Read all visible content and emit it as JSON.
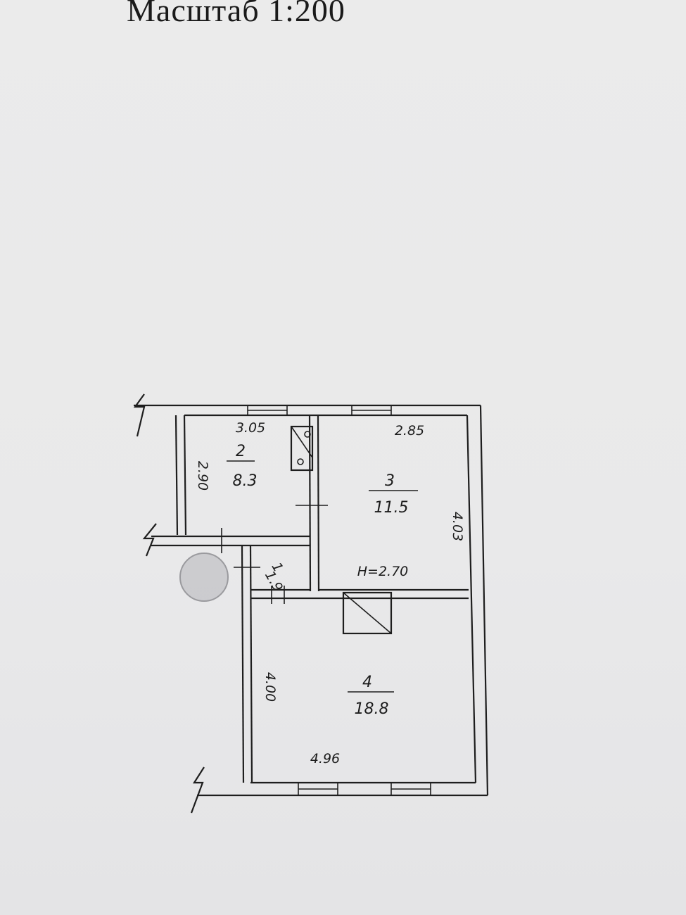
{
  "title": "Масштаб 1:200",
  "rooms": [
    {
      "number": "2",
      "area": "8.3"
    },
    {
      "number": "3",
      "area": "11.5"
    },
    {
      "number": "4",
      "area": "18.8"
    }
  ],
  "corridor": {
    "number": "1",
    "area": "1.9"
  },
  "dimensions": {
    "room2_width": "3.05",
    "room2_depth": "2.90",
    "room3_width": "2.85",
    "room3_depth": "4.03",
    "room4_depth": "4.00",
    "room4_width": "4.96",
    "ceiling_height": "H=2.70"
  }
}
